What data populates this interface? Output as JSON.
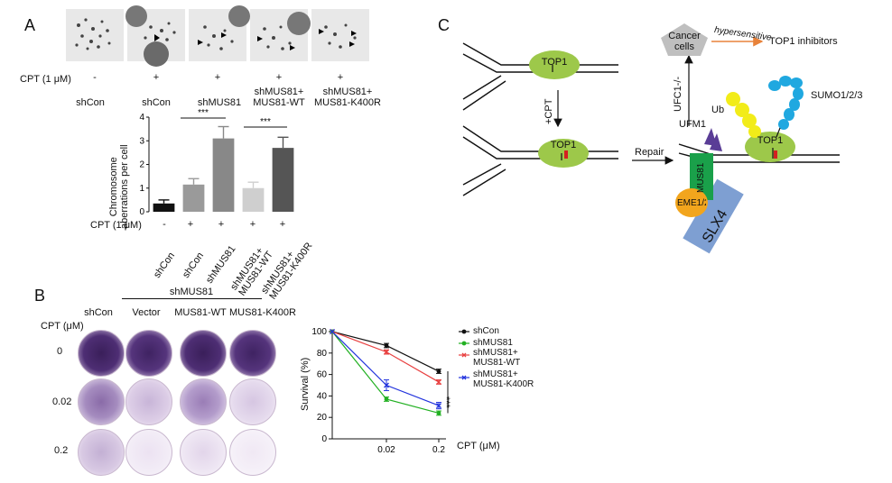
{
  "panel_a": {
    "letter": "A",
    "cpt_row_label": "CPT (1 μM)",
    "cpt_values": [
      "-",
      "+",
      "+",
      "+",
      "+"
    ],
    "conditions": [
      "shCon",
      "shCon",
      "shMUS81",
      "shMUS81+\nMUS81-WT",
      "shMUS81+\nMUS81-K400R"
    ],
    "significance": [
      "***",
      "***"
    ],
    "chart_ylabel": "Chromosome\naberrations per cell",
    "bar_cpt_label": "CPT (1 μM)",
    "bar_cpt_values": [
      "-",
      "+",
      "+",
      "+",
      "+"
    ],
    "bar_xticks": [
      "shCon",
      "shCon",
      "shMUS81",
      "shMUS81+\nMUS81-WT",
      "shMUS81+\nMUS81-K400R"
    ]
  },
  "panel_b": {
    "letter": "B",
    "group_label": "shMUS81",
    "columns": [
      "shCon",
      "Vector",
      "MUS81-WT",
      "MUS81-K400R"
    ],
    "cpt_label": "CPT (μM)",
    "rows": [
      "0",
      "0.02",
      "0.2"
    ],
    "xlabel": "CPT (μM)",
    "ylabel": "Survival (%)",
    "significance": "***",
    "legend": [
      "shCon",
      "shMUS81",
      "shMUS81+\nMUS81-WT",
      "shMUS81+\nMUS81-K400R"
    ]
  },
  "panel_c": {
    "letter": "C",
    "top1": "TOP1",
    "cpt": "+CPT",
    "repair": "Repair",
    "cancer_cells": "Cancer\ncells",
    "hypersensitive": "hypersensitive",
    "top1_inhibitors": "TOP1 inhibitors",
    "ufc1": "UFC1-/-",
    "ufm1": "UFM1",
    "ub": "Ub",
    "sumo": "SUMO1/2/3",
    "mus81": "MUS81",
    "eme1": "EME1/2",
    "slx4": "SLX4"
  },
  "colors": {
    "green_oval": "#9dc84a",
    "mus81_green": "#1aa04a",
    "ub_yellow": "#f2ec19",
    "sumo_blue": "#20a8e0",
    "ufm1_purple": "#5a3d96",
    "eme_orange": "#f2a51d",
    "slx4_blue": "#7e9fd2",
    "hyper_arrow": "#e8823a",
    "top1_red": "#d42020"
  },
  "chart_data": [
    {
      "type": "bar",
      "categories": [
        "shCon",
        "shCon",
        "shMUS81",
        "shMUS81+MUS81-WT",
        "shMUS81+MUS81-K400R"
      ],
      "cpt": [
        "-",
        "+",
        "+",
        "+",
        "+"
      ],
      "values": [
        0.35,
        1.15,
        3.1,
        1.0,
        2.7
      ],
      "errors": [
        0.15,
        0.25,
        0.5,
        0.25,
        0.45
      ],
      "colors": [
        "#111111",
        "#9a9a9a",
        "#888888",
        "#cfcfcf",
        "#555555"
      ],
      "ylabel": "Chromosome aberrations per cell",
      "ylim": [
        0,
        4
      ],
      "yticks": [
        0,
        1,
        2,
        3,
        4
      ]
    },
    {
      "type": "line",
      "x": [
        0,
        0.02,
        0.2
      ],
      "x_ticklabels": [
        "",
        "0.02",
        "0.2"
      ],
      "xlabel": "CPT (μM)",
      "ylabel": "Survival (%)",
      "ylim": [
        0,
        100
      ],
      "yticks": [
        0,
        20,
        40,
        60,
        80,
        100
      ],
      "series": [
        {
          "name": "shCon",
          "values": [
            100,
            87,
            63
          ],
          "errors": [
            0,
            2,
            2
          ],
          "color": "#111111",
          "marker": "circle"
        },
        {
          "name": "shMUS81",
          "values": [
            100,
            37,
            24
          ],
          "errors": [
            0,
            2,
            2
          ],
          "color": "#22b022",
          "marker": "circle"
        },
        {
          "name": "shMUS81+MUS81-WT",
          "values": [
            100,
            81,
            53
          ],
          "errors": [
            0,
            2,
            2
          ],
          "color": "#e84040",
          "marker": "cross"
        },
        {
          "name": "shMUS81+MUS81-K400R",
          "values": [
            100,
            50,
            31
          ],
          "errors": [
            0,
            5,
            3
          ],
          "color": "#2233dd",
          "marker": "cross"
        }
      ]
    }
  ]
}
